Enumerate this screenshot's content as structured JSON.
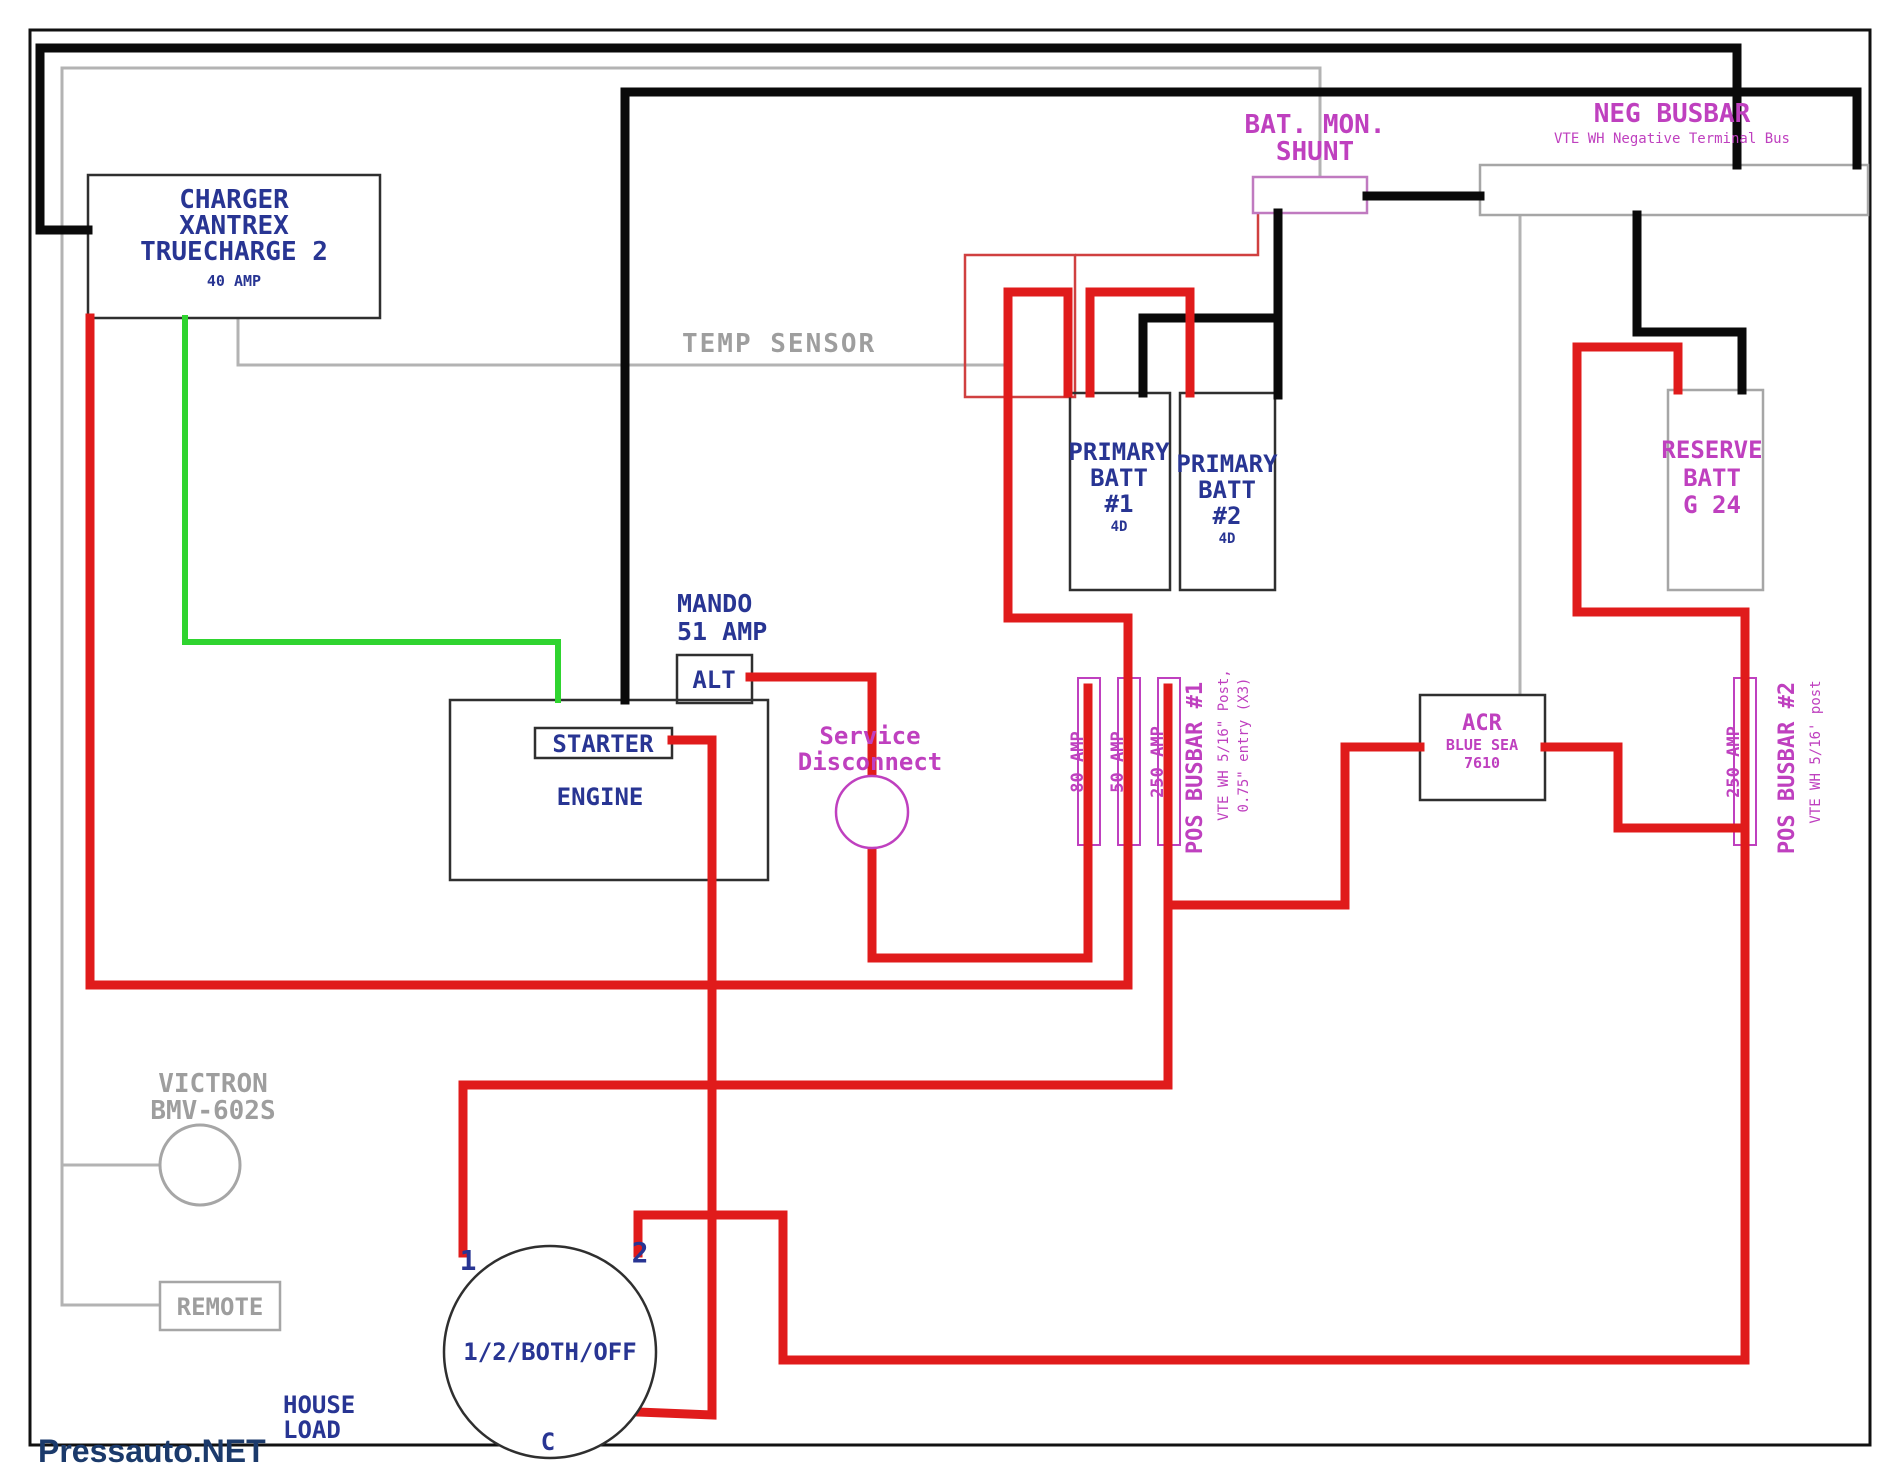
{
  "watermark": "Pressauto.NET",
  "colors": {
    "wire_red": "#e01b1b",
    "wire_black": "#0a0a0a",
    "wire_green": "#2fd42f",
    "wire_gray": "#b3b3b3",
    "label_navy": "#283593",
    "label_magenta": "#bf40bf",
    "label_gray": "#9e9e9e"
  },
  "components": {
    "charger": {
      "lines": [
        "CHARGER",
        "XANTREX",
        "TRUECHARGE 2",
        "40 AMP"
      ]
    },
    "bat_mon_shunt": {
      "lines": [
        "BAT. MON.",
        "SHUNT"
      ]
    },
    "neg_busbar": {
      "title": "NEG BUSBAR",
      "subtitle": "VTE WH Negative Terminal Bus"
    },
    "temp_sensor": {
      "label": "TEMP SENSOR"
    },
    "primary_batt_1": {
      "lines": [
        "PRIMARY",
        "BATT",
        "#1",
        "4D"
      ]
    },
    "primary_batt_2": {
      "lines": [
        "PRIMARY",
        "BATT",
        "#2",
        "4D"
      ]
    },
    "reserve_batt": {
      "lines": [
        "RESERVE",
        "BATT",
        "G 24"
      ]
    },
    "alternator": {
      "lines": [
        "MANDO",
        "51 AMP"
      ],
      "box_label": "ALT"
    },
    "engine": {
      "starter_label": "STARTER",
      "engine_label": "ENGINE"
    },
    "service_disconnect": {
      "lines": [
        "Service",
        "Disconnect"
      ]
    },
    "pos_busbar_1": {
      "fuse_labels": [
        "80 AMP",
        "50 AMP",
        "250 AMP"
      ],
      "title": "POS BUSBAR #1",
      "subtitle_1": "VTE WH 5/16\" Post,",
      "subtitle_2": "0.75\" entry (X3)"
    },
    "acr": {
      "lines": [
        "ACR",
        "BLUE SEA",
        "7610"
      ]
    },
    "pos_busbar_2": {
      "fuse_label": "250 AMP",
      "title": "POS BUSBAR #2",
      "subtitle": "VTE WH 5/16' post"
    },
    "victron": {
      "lines": [
        "VICTRON",
        "BMV-602S"
      ]
    },
    "remote": {
      "label": "REMOTE"
    },
    "battery_switch": {
      "label": "1/2/BOTH/OFF",
      "terminal_1": "1",
      "terminal_2": "2",
      "terminal_common": "C"
    },
    "house_load": {
      "lines": [
        "HOUSE",
        "LOAD"
      ]
    }
  }
}
